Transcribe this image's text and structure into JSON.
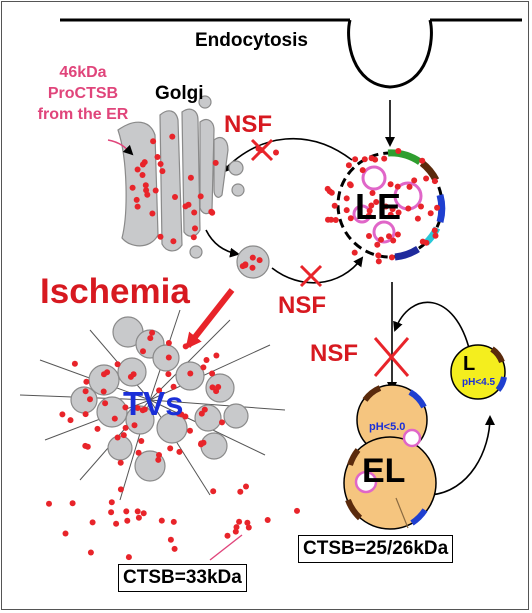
{
  "labels": {
    "endocytosis": "Endocytosis",
    "golgi": "Golgi",
    "pro_ctsb": "46kDa ProCTSB from the ER",
    "nsf": "NSF",
    "ischemia": "Ischemia",
    "tvs": "TVs",
    "le": "LE",
    "el": "EL",
    "l": "L",
    "ph_l": "pH<4.5",
    "ph_el": "pH<5.0",
    "ctsb_33": "CTSB=33kDa",
    "ctsb_2526": "CTSB=25/26kDa"
  },
  "colors": {
    "dots": "#e8242a",
    "nsf": "#d71920",
    "ischemia": "#d71920",
    "tvs": "#1a2fd8",
    "pro_ctsb": "#e0457b",
    "lysosome": "#f4ee1e",
    "endolysosome": "#f5c57f",
    "golgi": "#c8c9cb"
  },
  "icons": [
    "inhibition-cross-icon",
    "arrow-icon"
  ]
}
